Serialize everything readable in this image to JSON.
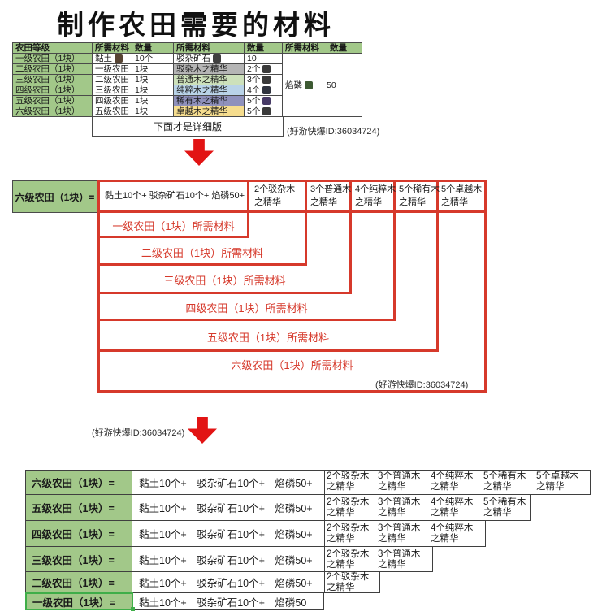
{
  "title": "制作农田需要的材料",
  "watermark": "(好游快爆ID:36034724)",
  "note": "下面才是详细版",
  "colors": {
    "cell_green": "#a2c889",
    "red_border": "#d6392b",
    "arrow_red": "#e21414",
    "selection_green": "#3fae49"
  },
  "summary_table": {
    "headers": [
      "农田等级",
      "所需材料",
      "数量",
      "所需材料",
      "数量",
      "所需材料",
      "数量"
    ],
    "rows": [
      {
        "level": "一级农田（1块）",
        "m1": "黏土",
        "q1": "10个",
        "m2": "驳杂矿石",
        "q2": "10",
        "m2_bg": "#ffffff"
      },
      {
        "level": "二级农田（1块）",
        "m1": "一级农田",
        "q1": "1块",
        "m2": "驳杂木之精华",
        "q2": "2个",
        "m2_bg": "#b5b5b5"
      },
      {
        "level": "三级农田（1块）",
        "m1": "二级农田",
        "q1": "1块",
        "m2": "普通木之精华",
        "q2": "3个",
        "m2_bg": "#cde1bb"
      },
      {
        "level": "四级农田（1块）",
        "m1": "三级农田",
        "q1": "1块",
        "m2": "纯粹木之精华",
        "q2": "4个",
        "m2_bg": "#b9d3e8"
      },
      {
        "level": "五级农田（1块）",
        "m1": "四级农田",
        "q1": "1块",
        "m2": "稀有木之精华",
        "q2": "5个",
        "m2_bg": "#8f91bc"
      },
      {
        "level": "六级农田（1块）",
        "m1": "五级农田",
        "q1": "1块",
        "m2": "卓越木之精华",
        "q2": "5个",
        "m2_bg": "#f6dd8e"
      }
    ],
    "phosphor_name": "焰磷",
    "phosphor_qty": "50"
  },
  "essences": [
    {
      "l1": "2个驳杂木",
      "l2": "之精华"
    },
    {
      "l1": "3个普通木",
      "l2": "之精华"
    },
    {
      "l1": "4个纯粹木",
      "l2": "之精华"
    },
    {
      "l1": "5个稀有木",
      "l2": "之精华"
    },
    {
      "l1": "5个卓越木",
      "l2": "之精华"
    }
  ],
  "middle": {
    "label": "六级农田（1块）=",
    "base_materials": "黏土10个+ 驳杂矿石10个+ 焰磷50+",
    "nested_labels": [
      "一级农田（1块）所需材料",
      "二级农田（1块）所需材料",
      "三级农田（1块）所需材料",
      "四级农田（1块）所需材料",
      "五级农田（1块）所需材料",
      "六级农田（1块）所需材料"
    ]
  },
  "bottom": {
    "rows": [
      {
        "label": "六级农田（1块）=",
        "materials": "黏土10个+　驳杂矿石10个+　焰磷50+"
      },
      {
        "label": "五级农田（1块）=",
        "materials": "黏土10个+　驳杂矿石10个+　焰磷50+"
      },
      {
        "label": "四级农田（1块）=",
        "materials": "黏土10个+　驳杂矿石10个+　焰磷50+"
      },
      {
        "label": "三级农田（1块）=",
        "materials": "黏土10个+　驳杂矿石10个+　焰磷50+"
      },
      {
        "label": "二级农田（1块）=",
        "materials": "黏土10个+　驳杂矿石10个+　焰磷50+"
      },
      {
        "label": "一级农田（1块）=",
        "materials": "黏土10个+　驳杂矿石10个+　焰磷50"
      }
    ]
  },
  "icons": {
    "clay": "#574433",
    "ore": "#3f3f3f",
    "phosphor": "#3d5a33",
    "mixed_wood": "#3a3a3a",
    "common_wood": "#3a3a3a",
    "pure_wood": "#30343f",
    "rare_wood": "#473a66",
    "superb_wood": "#3a3a3a"
  }
}
